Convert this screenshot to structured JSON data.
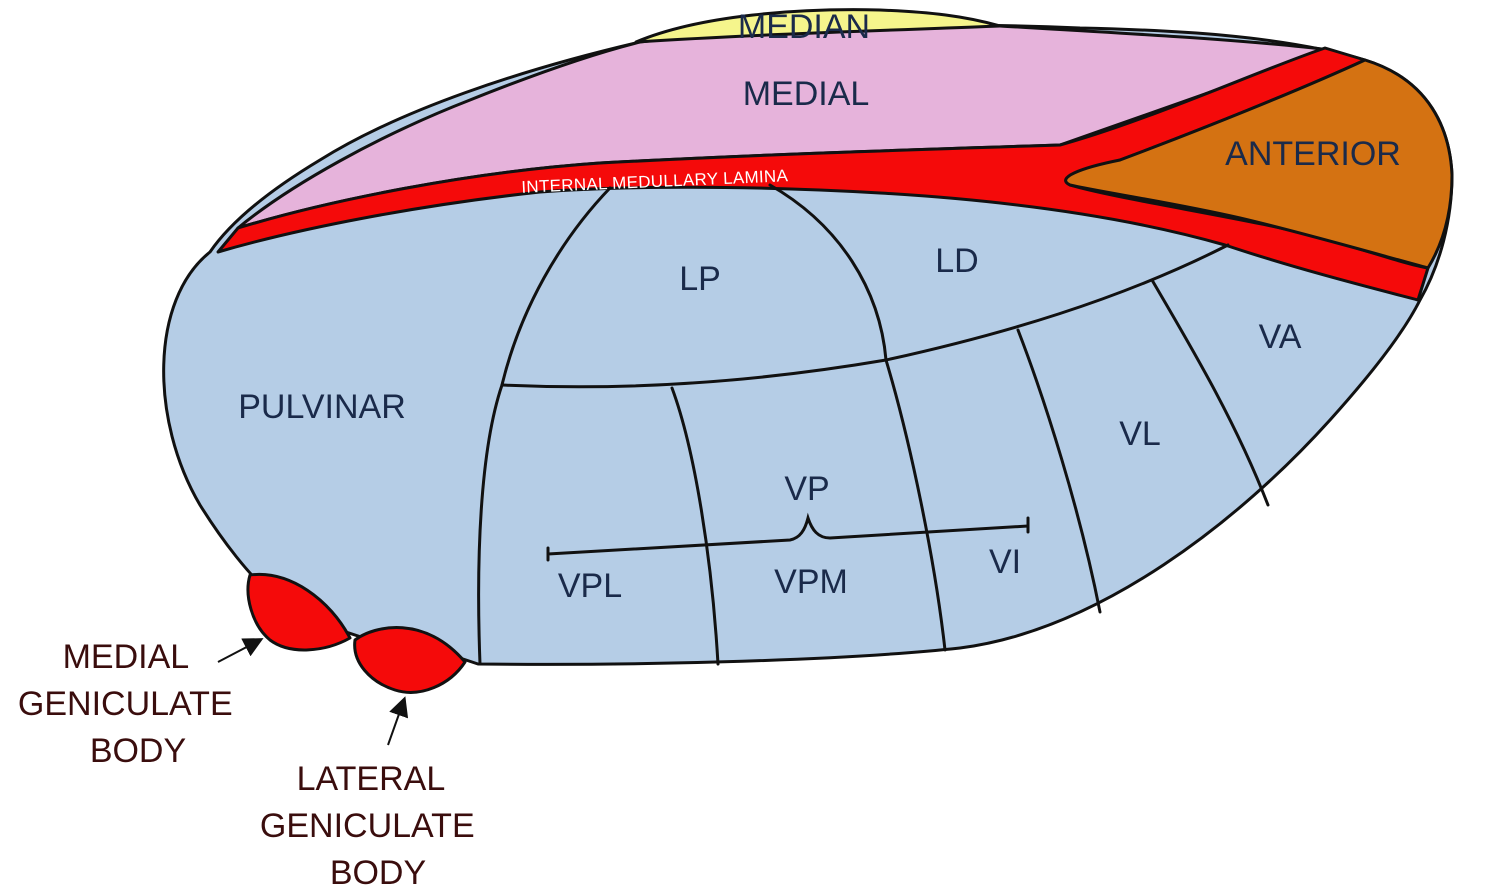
{
  "diagram": {
    "labels": {
      "median": "MEDIAN",
      "medial": "MEDIAL",
      "anterior": "ANTERIOR",
      "lamina": "INTERNAL MEDULLARY LAMINA",
      "lp": "LP",
      "ld": "LD",
      "pulvinar": "PULVINAR",
      "va": "VA",
      "vl": "VL",
      "vp": "VP",
      "vpl": "VPL",
      "vpm": "VPM",
      "vi": "VI",
      "medial_geniculate": [
        "MEDIAL",
        "GENICULATE",
        "BODY"
      ],
      "lateral_geniculate": [
        "LATERAL",
        "GENICULATE",
        "BODY"
      ]
    },
    "colors": {
      "median": "#f5f58c",
      "medial": "#e6b3db",
      "lamina": "#f50a0a",
      "anterior": "#d47212",
      "lateral_mass": "#b5cde6",
      "geniculate": "#f50a0a",
      "outline": "#111111"
    }
  }
}
